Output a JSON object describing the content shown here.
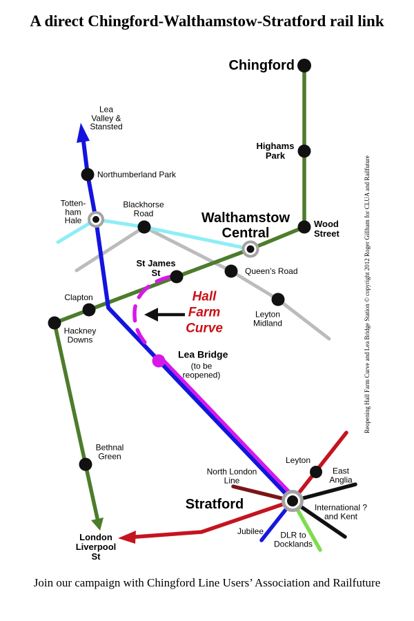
{
  "title": "A direct Chingford-Walthamstow-Stratford rail link",
  "footer": "Join our campaign with Chingford Line Users’ Association and Railfuture",
  "credit": "Reopening Hall Farm Curve and Lea Bridge Station © copyright 2012 Roger Gillham for CLUA and Railfuture",
  "colors": {
    "chingford_green": "#4d7c2b",
    "lea_valley_blue": "#1414dd",
    "victoria_cyan": "#8deef5",
    "goblin_gray": "#bcbcbc",
    "hall_farm_magenta": "#d619ea",
    "route_red": "#c41420",
    "north_london_maroon": "#7a1518",
    "route_black": "#111111",
    "dlr_green": "#7ddd4d",
    "jubilee_blue": "#1717e0",
    "station_black": "#111111",
    "interchange_gray": "#a3a3a3",
    "hall_farm_text": "#cc1016"
  },
  "stations": {
    "chingford": {
      "label": "Chingford"
    },
    "highams_park": {
      "label": "Highams\nPark"
    },
    "wood_street": {
      "label": "Wood\nStreet"
    },
    "walthamstow_central": {
      "label": "Walthamstow\nCentral"
    },
    "queens_road": {
      "label": "Queen’s Road"
    },
    "leyton_midland": {
      "label": "Leyton\nMidland"
    },
    "st_james_st": {
      "label": "St James\nSt"
    },
    "blackhorse_road": {
      "label": "Blackhorse\nRoad"
    },
    "northumberland_park": {
      "label": "Northumberland Park"
    },
    "tottenham_hale": {
      "label": "Totten-\nham\nHale"
    },
    "clapton": {
      "label": "Clapton"
    },
    "hackney_downs": {
      "label": "Hackney\nDowns"
    },
    "bethnal_green": {
      "label": "Bethnal\nGreen"
    },
    "london_liverpool_st": {
      "label": "London\nLiverpool\nSt"
    },
    "lea_bridge": {
      "label": "Lea Bridge",
      "note": "(to be\nreopened)"
    },
    "leyton": {
      "label": "Leyton"
    },
    "stratford": {
      "label": "Stratford"
    }
  },
  "annotations": {
    "lea_valley_stansted": "Lea\nValley &\nStansted",
    "hall_farm_curve": "Hall\nFarm\nCurve",
    "north_london_line": "North London\nLine",
    "jubilee": "Jubilee",
    "dlr_docklands": "DLR to\nDocklands",
    "east_anglia": "East\nAnglia",
    "international_kent": "International ?\nand Kent"
  }
}
